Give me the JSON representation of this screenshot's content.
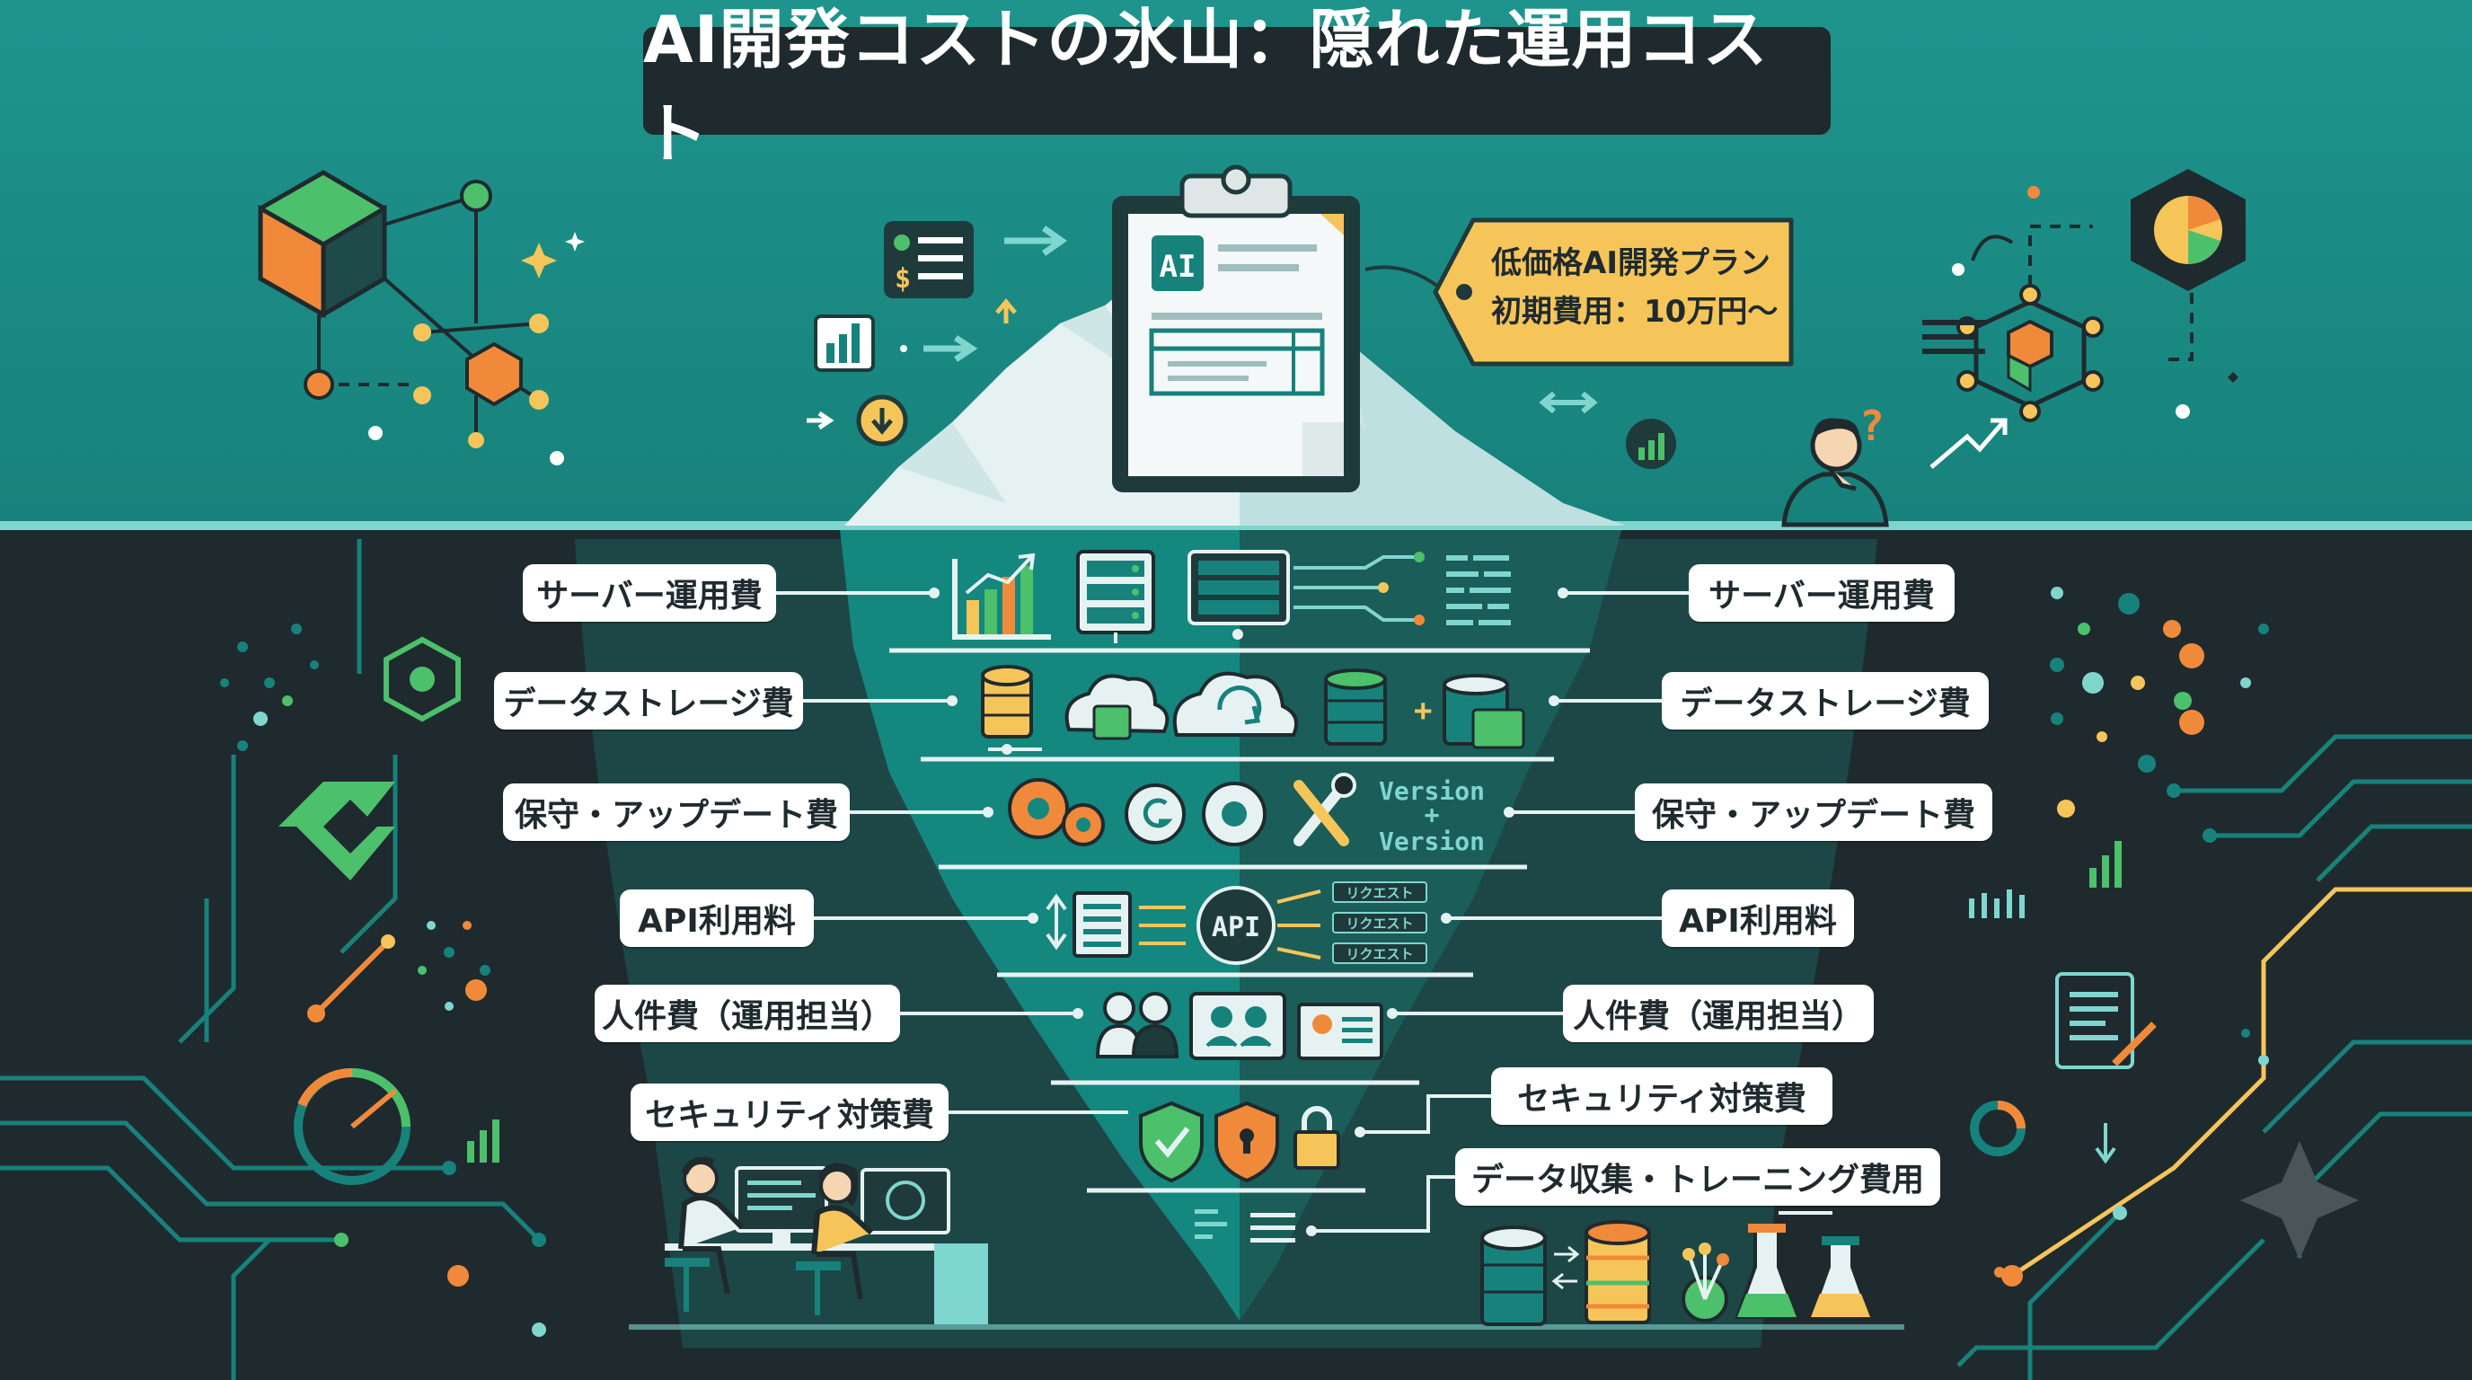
{
  "title": "AI開発コストの氷山：隠れた運用コスト",
  "price_tag": {
    "line1": "低価格AI開発プラン",
    "line2": "初期費用：10万円〜"
  },
  "doc_badge": "AI",
  "labels_left": [
    "サーバー運用費",
    "データストレージ費",
    "保守・アップデート費",
    "API利用料",
    "人件費（運用担当）",
    "セキュリティ対策費"
  ],
  "labels_right": [
    "サーバー運用費",
    "データストレージ費",
    "保守・アップデート費",
    "API利用料",
    "人件費（運用担当）",
    "セキュリティ対策費",
    "データ収集・トレーニング費用"
  ],
  "version_text": [
    "Version",
    "+",
    "Version"
  ],
  "api_text": "API",
  "request_text": [
    "リクエスト",
    "リクエスト",
    "リクエスト"
  ],
  "colors": {
    "sky": "#1a8c85",
    "deep": "#1f2a2e",
    "iceberg_under": "#14877f",
    "accent_orange": "#f08a3a",
    "accent_green": "#4cc06a",
    "accent_yellow": "#f6c55a",
    "ice": "#e6f2f2"
  },
  "icons": [
    "cube-network-icon",
    "server-rack-icon",
    "cloud-database-icon",
    "gear-icon",
    "wrench-icon",
    "api-icon",
    "team-icon",
    "shield-icon",
    "lock-icon",
    "flask-icon",
    "person-thinking-icon"
  ]
}
